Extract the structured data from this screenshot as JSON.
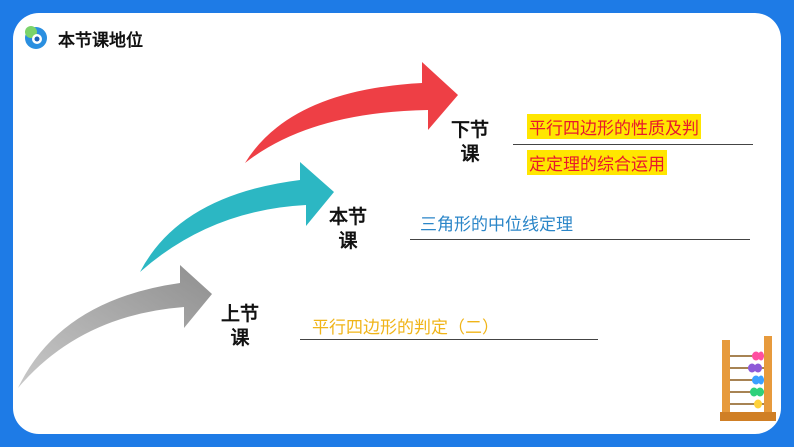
{
  "header": {
    "title": "本节课地位",
    "icon": "presentation-logo-icon"
  },
  "stages": {
    "previous": {
      "label_line1": "上节",
      "label_line2": "课",
      "topic": "平行四边形的判定（二）",
      "color": "#f0b418",
      "arrow_color": "#9e9e9e"
    },
    "current": {
      "label_line1": "本节",
      "label_line2": "课",
      "topic": "三角形的中位线定理",
      "color": "#2b86c8",
      "arrow_color": "#2cb7c3"
    },
    "next": {
      "label_line1": "下节",
      "label_line2": "课",
      "topic_line1": "平行四边形的性质及判",
      "topic_line2": "定定理的综合运用",
      "color": "#e8192c",
      "highlight": "#ffe600",
      "arrow_color": "#ee3f45"
    }
  },
  "decoration": {
    "abacus_icon": "abacus-icon"
  },
  "colors": {
    "background": "#1e7be6",
    "panel": "#ffffff"
  }
}
